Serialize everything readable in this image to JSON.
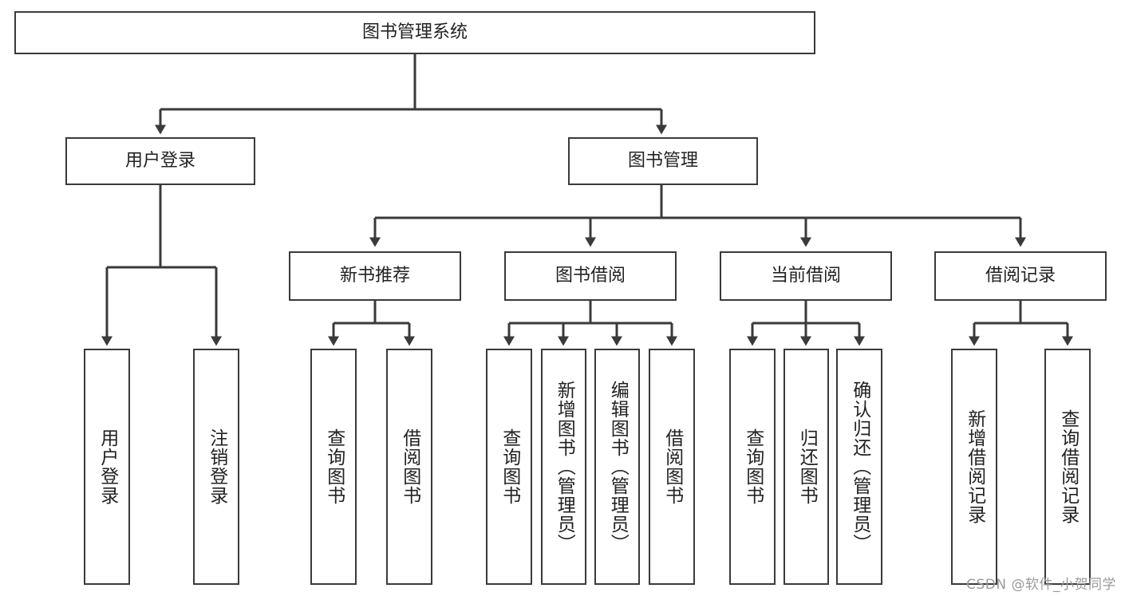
{
  "diagram": {
    "type": "tree-hierarchy-chart",
    "title": "图书管理系统",
    "watermark": "CSDN @软件_小贺同学",
    "colors": {
      "box_border": "#3a3a3a",
      "box_fill": "#ffffff",
      "connector": "#3a3a3a",
      "text": "#222222",
      "watermark": "#9a9a9a"
    },
    "levels": {
      "root": "图书管理系统",
      "level2": [
        "用户登录",
        "图书管理"
      ],
      "level3": [
        "新书推荐",
        "图书借阅",
        "当前借阅",
        "借阅记录"
      ]
    },
    "nodes": {
      "root": {
        "label": "图书管理系统"
      },
      "user_login": {
        "label": "用户登录"
      },
      "book_manage": {
        "label": "图书管理"
      },
      "new_book_rec": {
        "label": "新书推荐"
      },
      "book_borrow": {
        "label": "图书借阅"
      },
      "current_borrow": {
        "label": "当前借阅"
      },
      "borrow_record": {
        "label": "借阅记录"
      },
      "leaf_user_login": {
        "label": "用户登录"
      },
      "leaf_logout": {
        "label": "注销登录"
      },
      "leaf_query_book_1": {
        "label": "查询图书"
      },
      "leaf_borrow_book_1": {
        "label": "借阅图书"
      },
      "leaf_query_book_2": {
        "label": "查询图书"
      },
      "leaf_add_book": {
        "label": "新增图书（管理员）"
      },
      "leaf_edit_book": {
        "label": "编辑图书（管理员）"
      },
      "leaf_borrow_book_2": {
        "label": "借阅图书"
      },
      "leaf_query_book_3": {
        "label": "查询图书"
      },
      "leaf_return_book": {
        "label": "归还图书"
      },
      "leaf_confirm_return": {
        "label": "确认归还（管理员）"
      },
      "leaf_add_record": {
        "label": "新增借阅记录"
      },
      "leaf_query_record": {
        "label": "查询借阅记录"
      }
    },
    "edges": [
      {
        "from": "root",
        "to": "user_login"
      },
      {
        "from": "root",
        "to": "book_manage"
      },
      {
        "from": "user_login",
        "to": "leaf_user_login"
      },
      {
        "from": "user_login",
        "to": "leaf_logout"
      },
      {
        "from": "book_manage",
        "to": "new_book_rec"
      },
      {
        "from": "book_manage",
        "to": "book_borrow"
      },
      {
        "from": "book_manage",
        "to": "current_borrow"
      },
      {
        "from": "book_manage",
        "to": "borrow_record"
      },
      {
        "from": "new_book_rec",
        "to": "leaf_query_book_1"
      },
      {
        "from": "new_book_rec",
        "to": "leaf_borrow_book_1"
      },
      {
        "from": "book_borrow",
        "to": "leaf_query_book_2"
      },
      {
        "from": "book_borrow",
        "to": "leaf_add_book"
      },
      {
        "from": "book_borrow",
        "to": "leaf_edit_book"
      },
      {
        "from": "book_borrow",
        "to": "leaf_borrow_book_2"
      },
      {
        "from": "current_borrow",
        "to": "leaf_query_book_3"
      },
      {
        "from": "current_borrow",
        "to": "leaf_return_book"
      },
      {
        "from": "current_borrow",
        "to": "leaf_confirm_return"
      },
      {
        "from": "borrow_record",
        "to": "leaf_add_record"
      },
      {
        "from": "borrow_record",
        "to": "leaf_query_record"
      }
    ]
  }
}
